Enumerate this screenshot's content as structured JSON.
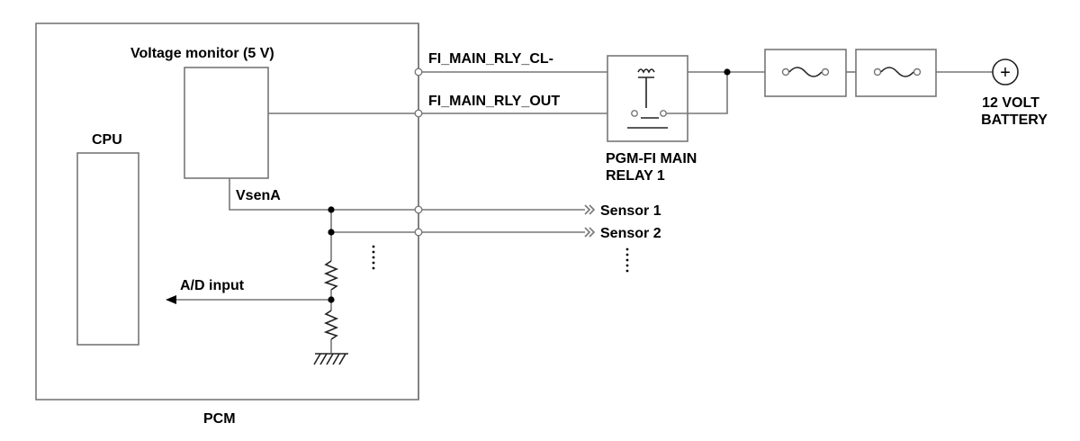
{
  "labels": {
    "voltage_monitor": "Voltage monitor (5 V)",
    "cpu": "CPU",
    "vsena": "VsenA",
    "ad_input": "A/D input",
    "pcm": "PCM",
    "fi_main_rly_cl": "FI_MAIN_RLY_CL-",
    "fi_main_rly_out": "FI_MAIN_RLY_OUT",
    "relay_line1": "PGM-FI MAIN",
    "relay_line2": "RELAY 1",
    "sensor1": "Sensor 1",
    "sensor2": "Sensor 2",
    "battery_line1": "12 VOLT",
    "battery_line2": "BATTERY",
    "battery_symbol": "+"
  },
  "colors": {
    "wire": "#777777",
    "text": "#000000",
    "background": "#ffffff"
  }
}
